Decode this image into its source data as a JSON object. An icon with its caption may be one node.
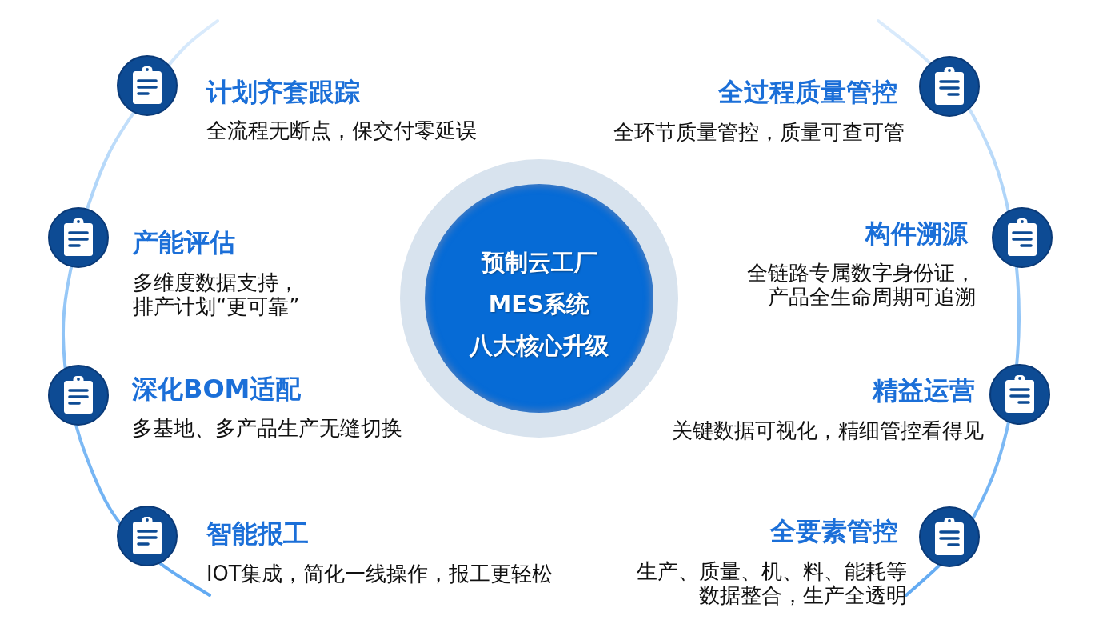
{
  "diagram": {
    "nodes": [
      {
        "text": [
          "预制云工厂",
          "MES系统",
          "八大核心升级"
        ]
      }
    ],
    "labels": [
      "计划齐套跟踪",
      "全流程无断点，保交付零延误",
      "全过程质量管控",
      "全环节质量管控，质量可查可管",
      "产能评估",
      "多维度数据支持，排产计划“更可靠”",
      "构件溯源",
      "全链路专属数字身份证，产品全生命周期可追溯",
      "深化BOM适配",
      "多基地、多产品生产无缝切换",
      "精益运营",
      "关键数据可视化，精细管控看得见",
      "智能报工",
      "IOT集成，简化一线操作，报工更轻松",
      "全要素管控",
      "生产、质量、机、料、能耗等数据整合，生产全透明"
    ]
  }
}
